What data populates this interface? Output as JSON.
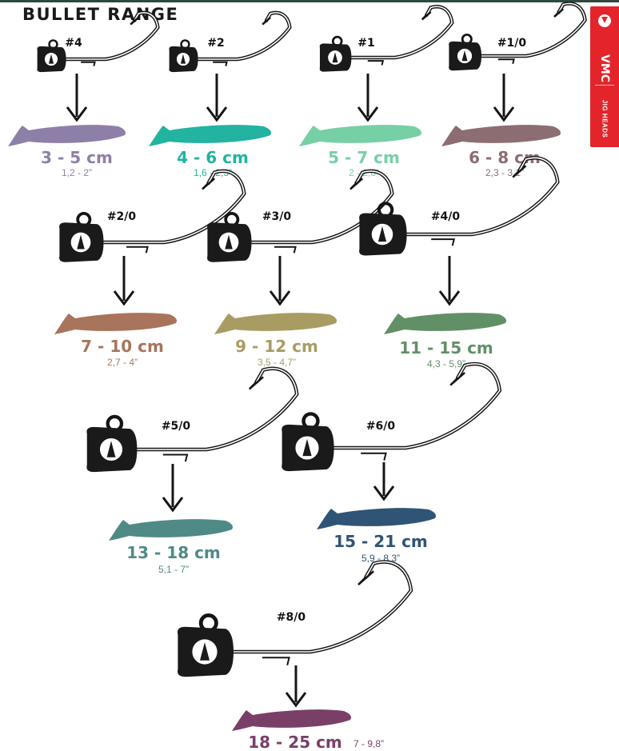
{
  "title": "BULLET RANGE",
  "brand": {
    "logo": "VMC",
    "subtitle": "JIG HEADS",
    "color": "#e3252b"
  },
  "jigs": [
    {
      "hook_size": "#4",
      "cm_range": "3 - 5 cm",
      "inch_range": "1,2 - 2”",
      "color": "#8e7fa8"
    },
    {
      "hook_size": "#2",
      "cm_range": "4 - 6 cm",
      "inch_range": "1,6 - 2,3”",
      "color": "#22b3a1"
    },
    {
      "hook_size": "#1",
      "cm_range": "5 - 7 cm",
      "inch_range": "2 - 2,8”",
      "color": "#77cfa6"
    },
    {
      "hook_size": "#1/0",
      "cm_range": "6 - 8 cm",
      "inch_range": "2,3 - 3,1”",
      "color": "#8c6e72"
    },
    {
      "hook_size": "#2/0",
      "cm_range": "7 - 10 cm",
      "inch_range": "2,7 - 4”",
      "color": "#a8745c"
    },
    {
      "hook_size": "#3/0",
      "cm_range": "9 - 12 cm",
      "inch_range": "3,5 - 4,7”",
      "color": "#a99c63"
    },
    {
      "hook_size": "#4/0",
      "cm_range": "11 - 15 cm",
      "inch_range": "4,3 - 5,9”",
      "color": "#629066"
    },
    {
      "hook_size": "#5/0",
      "cm_range": "13 - 18 cm",
      "inch_range": "5,1 - 7”",
      "color": "#4f8a86"
    },
    {
      "hook_size": "#6/0",
      "cm_range": "15 - 21 cm",
      "inch_range": "5,9 - 8,3”",
      "color": "#2f5476"
    },
    {
      "hook_size": "#8/0",
      "cm_range": "18 - 25 cm",
      "inch_range": "7 - 9,8”",
      "color": "#7a3f68"
    }
  ]
}
